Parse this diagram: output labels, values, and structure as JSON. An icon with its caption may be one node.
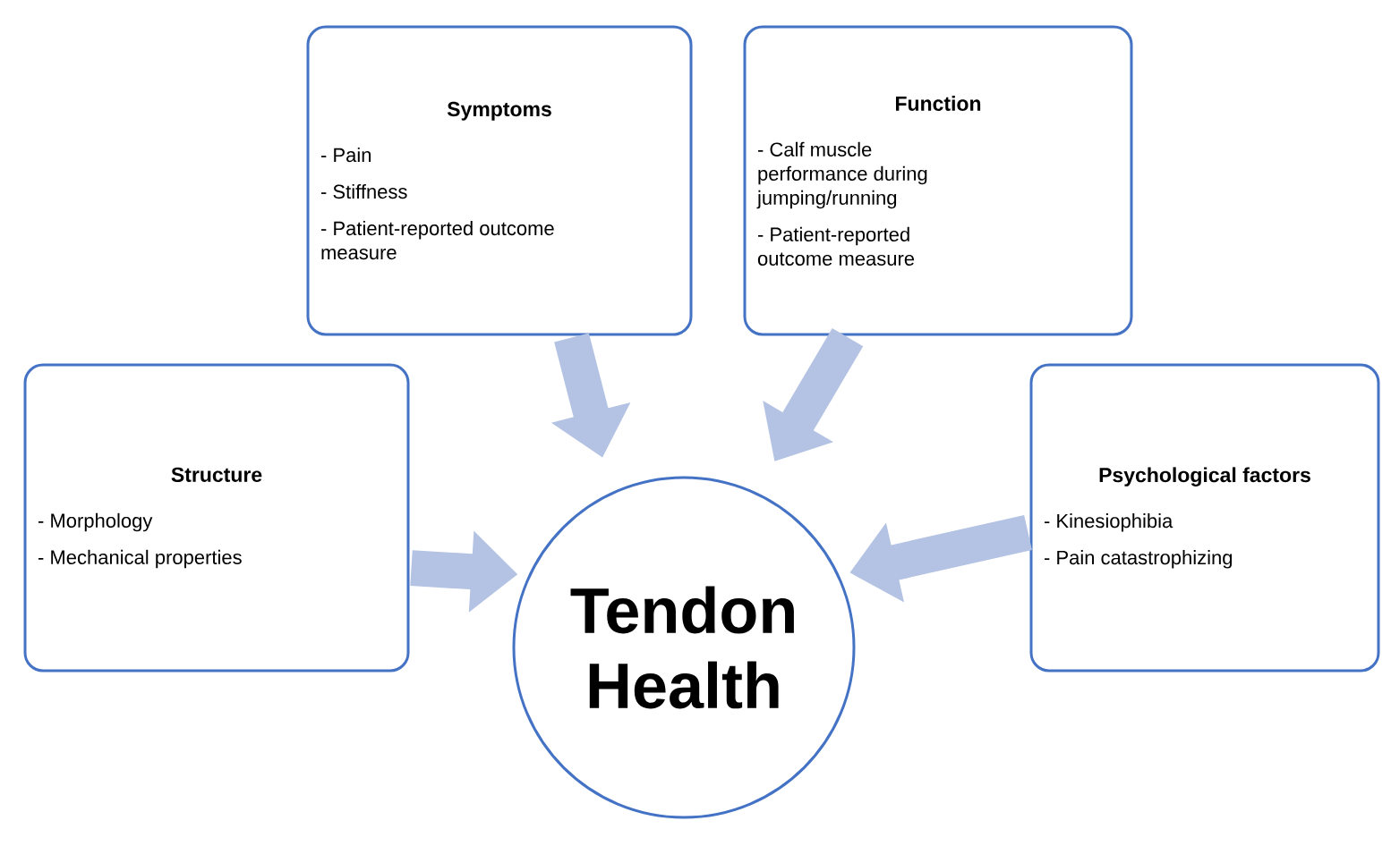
{
  "diagram": {
    "nodes": [
      {
        "text": [
          "Symptoms",
          "- Pain",
          "- Stiffness",
          "- Patient-reported outcome measure"
        ]
      },
      {
        "text": [
          "Function",
          "- Calf muscle performance during jumping/running",
          "- Patient-reported outcome measure"
        ]
      },
      {
        "text": [
          "Structure",
          "- Morphology",
          "- Mechanical properties"
        ]
      },
      {
        "text": [
          "Psychological factors",
          "- Kinesiophibia",
          "- Pain catastrophizing"
        ]
      },
      {
        "text": [
          "Tendon Health"
        ]
      }
    ],
    "edges": [
      {
        "from": 0,
        "to": 4,
        "arrow": "to"
      },
      {
        "from": 1,
        "to": 4,
        "arrow": "to"
      },
      {
        "from": 2,
        "to": 4,
        "arrow": "to"
      },
      {
        "from": 3,
        "to": 4,
        "arrow": "to"
      }
    ]
  }
}
